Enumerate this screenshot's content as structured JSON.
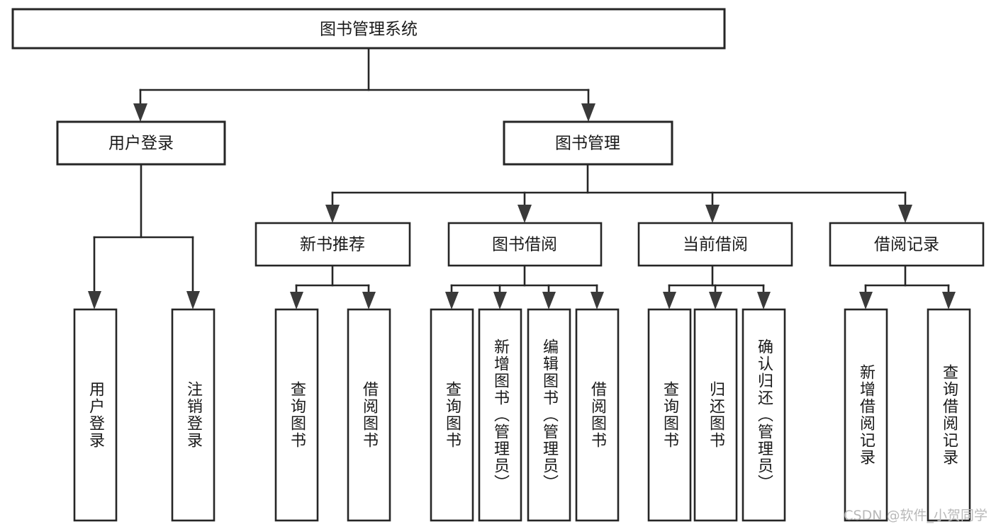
{
  "diagram": {
    "title": "图书管理系统",
    "type": "tree-hierarchy",
    "root": {
      "label": "图书管理系统"
    },
    "level2": [
      {
        "label": "用户登录"
      },
      {
        "label": "图书管理"
      }
    ],
    "level3": [
      {
        "label": "新书推荐"
      },
      {
        "label": "图书借阅"
      },
      {
        "label": "当前借阅"
      },
      {
        "label": "借阅记录"
      }
    ],
    "leaves": {
      "user_login": [
        {
          "label": "用户登录"
        },
        {
          "label": "注销登录"
        }
      ],
      "new_book_recommend": [
        {
          "label": "查询图书"
        },
        {
          "label": "借阅图书"
        }
      ],
      "book_borrow": [
        {
          "label": "查询图书"
        },
        {
          "label": "新增图书（管理员）"
        },
        {
          "label": "编辑图书（管理员）"
        },
        {
          "label": "借阅图书"
        }
      ],
      "current_borrow": [
        {
          "label": "查询图书"
        },
        {
          "label": "归还图书"
        },
        {
          "label": "确认归还（管理员）"
        }
      ],
      "borrow_record": [
        {
          "label": "新增借阅记录"
        },
        {
          "label": "查询借阅记录"
        }
      ]
    }
  },
  "watermark": {
    "text": "CSDN @软件_小贺同学"
  },
  "colors": {
    "stroke": "#262626",
    "fill": "#ffffff",
    "text": "#1a1a1a",
    "watermark": "#b9b9b9"
  }
}
